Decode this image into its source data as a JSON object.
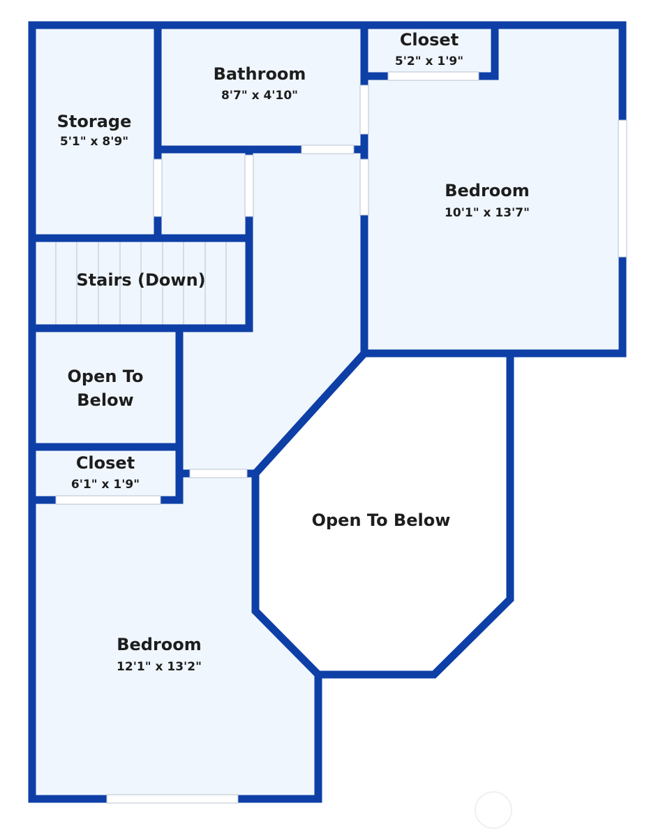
{
  "colors": {
    "wall": "#0d3fa6",
    "floor": "#f0f6fd",
    "opening": "#ffffff",
    "text": "#1d1d1d"
  },
  "rooms": {
    "storage": {
      "name": "Storage",
      "dims": "5'1\" x 8'9\""
    },
    "bathroom": {
      "name": "Bathroom",
      "dims": "8'7\" x 4'10\""
    },
    "closet_top": {
      "name": "Closet",
      "dims": "5'2\" x 1'9\""
    },
    "bedroom_top": {
      "name": "Bedroom",
      "dims": "10'1\" x 13'7\""
    },
    "stairs": {
      "name": "Stairs (Down)"
    },
    "open_left": {
      "name_line1": "Open To",
      "name_line2": "Below"
    },
    "closet_left": {
      "name": "Closet",
      "dims": "6'1\" x 1'9\""
    },
    "open_center": {
      "name": "Open To Below"
    },
    "bedroom_bottom": {
      "name": "Bedroom",
      "dims": "12'1\" x 13'2\""
    }
  }
}
